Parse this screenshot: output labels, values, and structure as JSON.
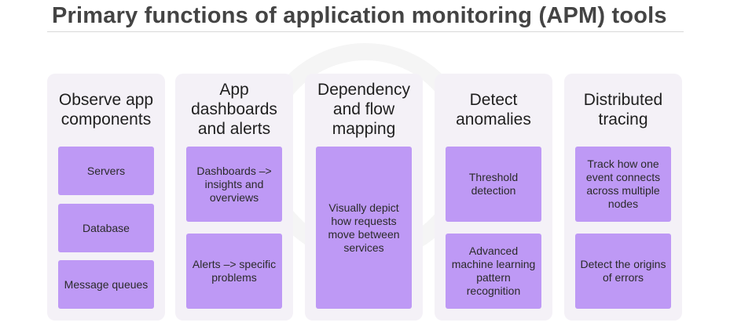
{
  "title": "Primary functions of application monitoring (APM) tools",
  "columns": [
    {
      "heading": "Observe app components",
      "cards": [
        "Servers",
        "Database",
        "Message queues"
      ]
    },
    {
      "heading": "App dashboards and alerts",
      "cards": [
        "Dashboards –> insights and overviews",
        "Alerts –> specific problems"
      ]
    },
    {
      "heading": "Dependency and flow mapping",
      "cards": [
        "Visually depict how requests move between services"
      ]
    },
    {
      "heading": "Detect anomalies",
      "cards": [
        "Threshold detection",
        "Advanced machine learning pattern recognition"
      ]
    },
    {
      "heading": "Distributed tracing",
      "cards": [
        "Track how one event connects across multiple nodes",
        "Detect the origins of errors"
      ]
    }
  ],
  "colors": {
    "card": "#be99f5",
    "column": "#f4f1f7",
    "title": "#444444"
  }
}
